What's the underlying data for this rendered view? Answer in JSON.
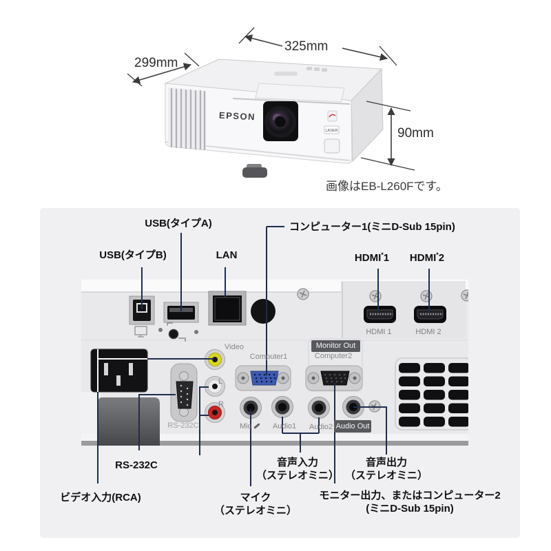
{
  "top_figure": {
    "dim_width": "325mm",
    "dim_depth": "299mm",
    "dim_height": "90mm",
    "caption": "画像はEB-L260Fです。",
    "projector": {
      "brand": "EPSON",
      "laser_badge": "LASER"
    }
  },
  "rear_figure": {
    "bg_color": "#f0f0f2",
    "callout_line_color": "#1f2c4e",
    "callouts": {
      "usb_a": "USB(タイプA)",
      "usb_b": "USB(タイプB)",
      "lan": "LAN",
      "computer1": "コンピューター1(ミニD-Sub 15pin)",
      "hdmi1": {
        "base": "HDMI",
        "sup": "*",
        "num": "1"
      },
      "hdmi2": {
        "base": "HDMI",
        "sup": "*",
        "num": "2"
      },
      "rs232c": "RS-232C",
      "video_input": "ビデオ入力(RCA)",
      "mic": [
        "マイク",
        "（ステレオミニ）"
      ],
      "audio_input": [
        "音声入力",
        "（ステレオミニ）"
      ],
      "audio_output": [
        "音声出力",
        "（ステレオミニ）"
      ],
      "monitor_output": [
        "モニター出力、またはコンピューター2",
        "(ミニD-Sub 15pin)"
      ]
    },
    "panel_labels": {
      "video": "Video",
      "l": "L",
      "r": "R",
      "computer1": "Computer1",
      "monitor_out": "Monitor Out",
      "computer2": "Computer2",
      "rs232c": "RS-232C",
      "mic": "Mic",
      "audio1": "Audio1",
      "audio2": "Audio2",
      "audio_out": "Audio Out",
      "hdmi1": "HDMI 1",
      "hdmi2": "HDMI 2"
    },
    "port_colors": {
      "video_jack": "#d9d622",
      "l_jack": "#ececee",
      "r_jack": "#c62525",
      "vga_computer1": "#3e5bb0",
      "vga_computer2": "#1c1c1f"
    }
  }
}
